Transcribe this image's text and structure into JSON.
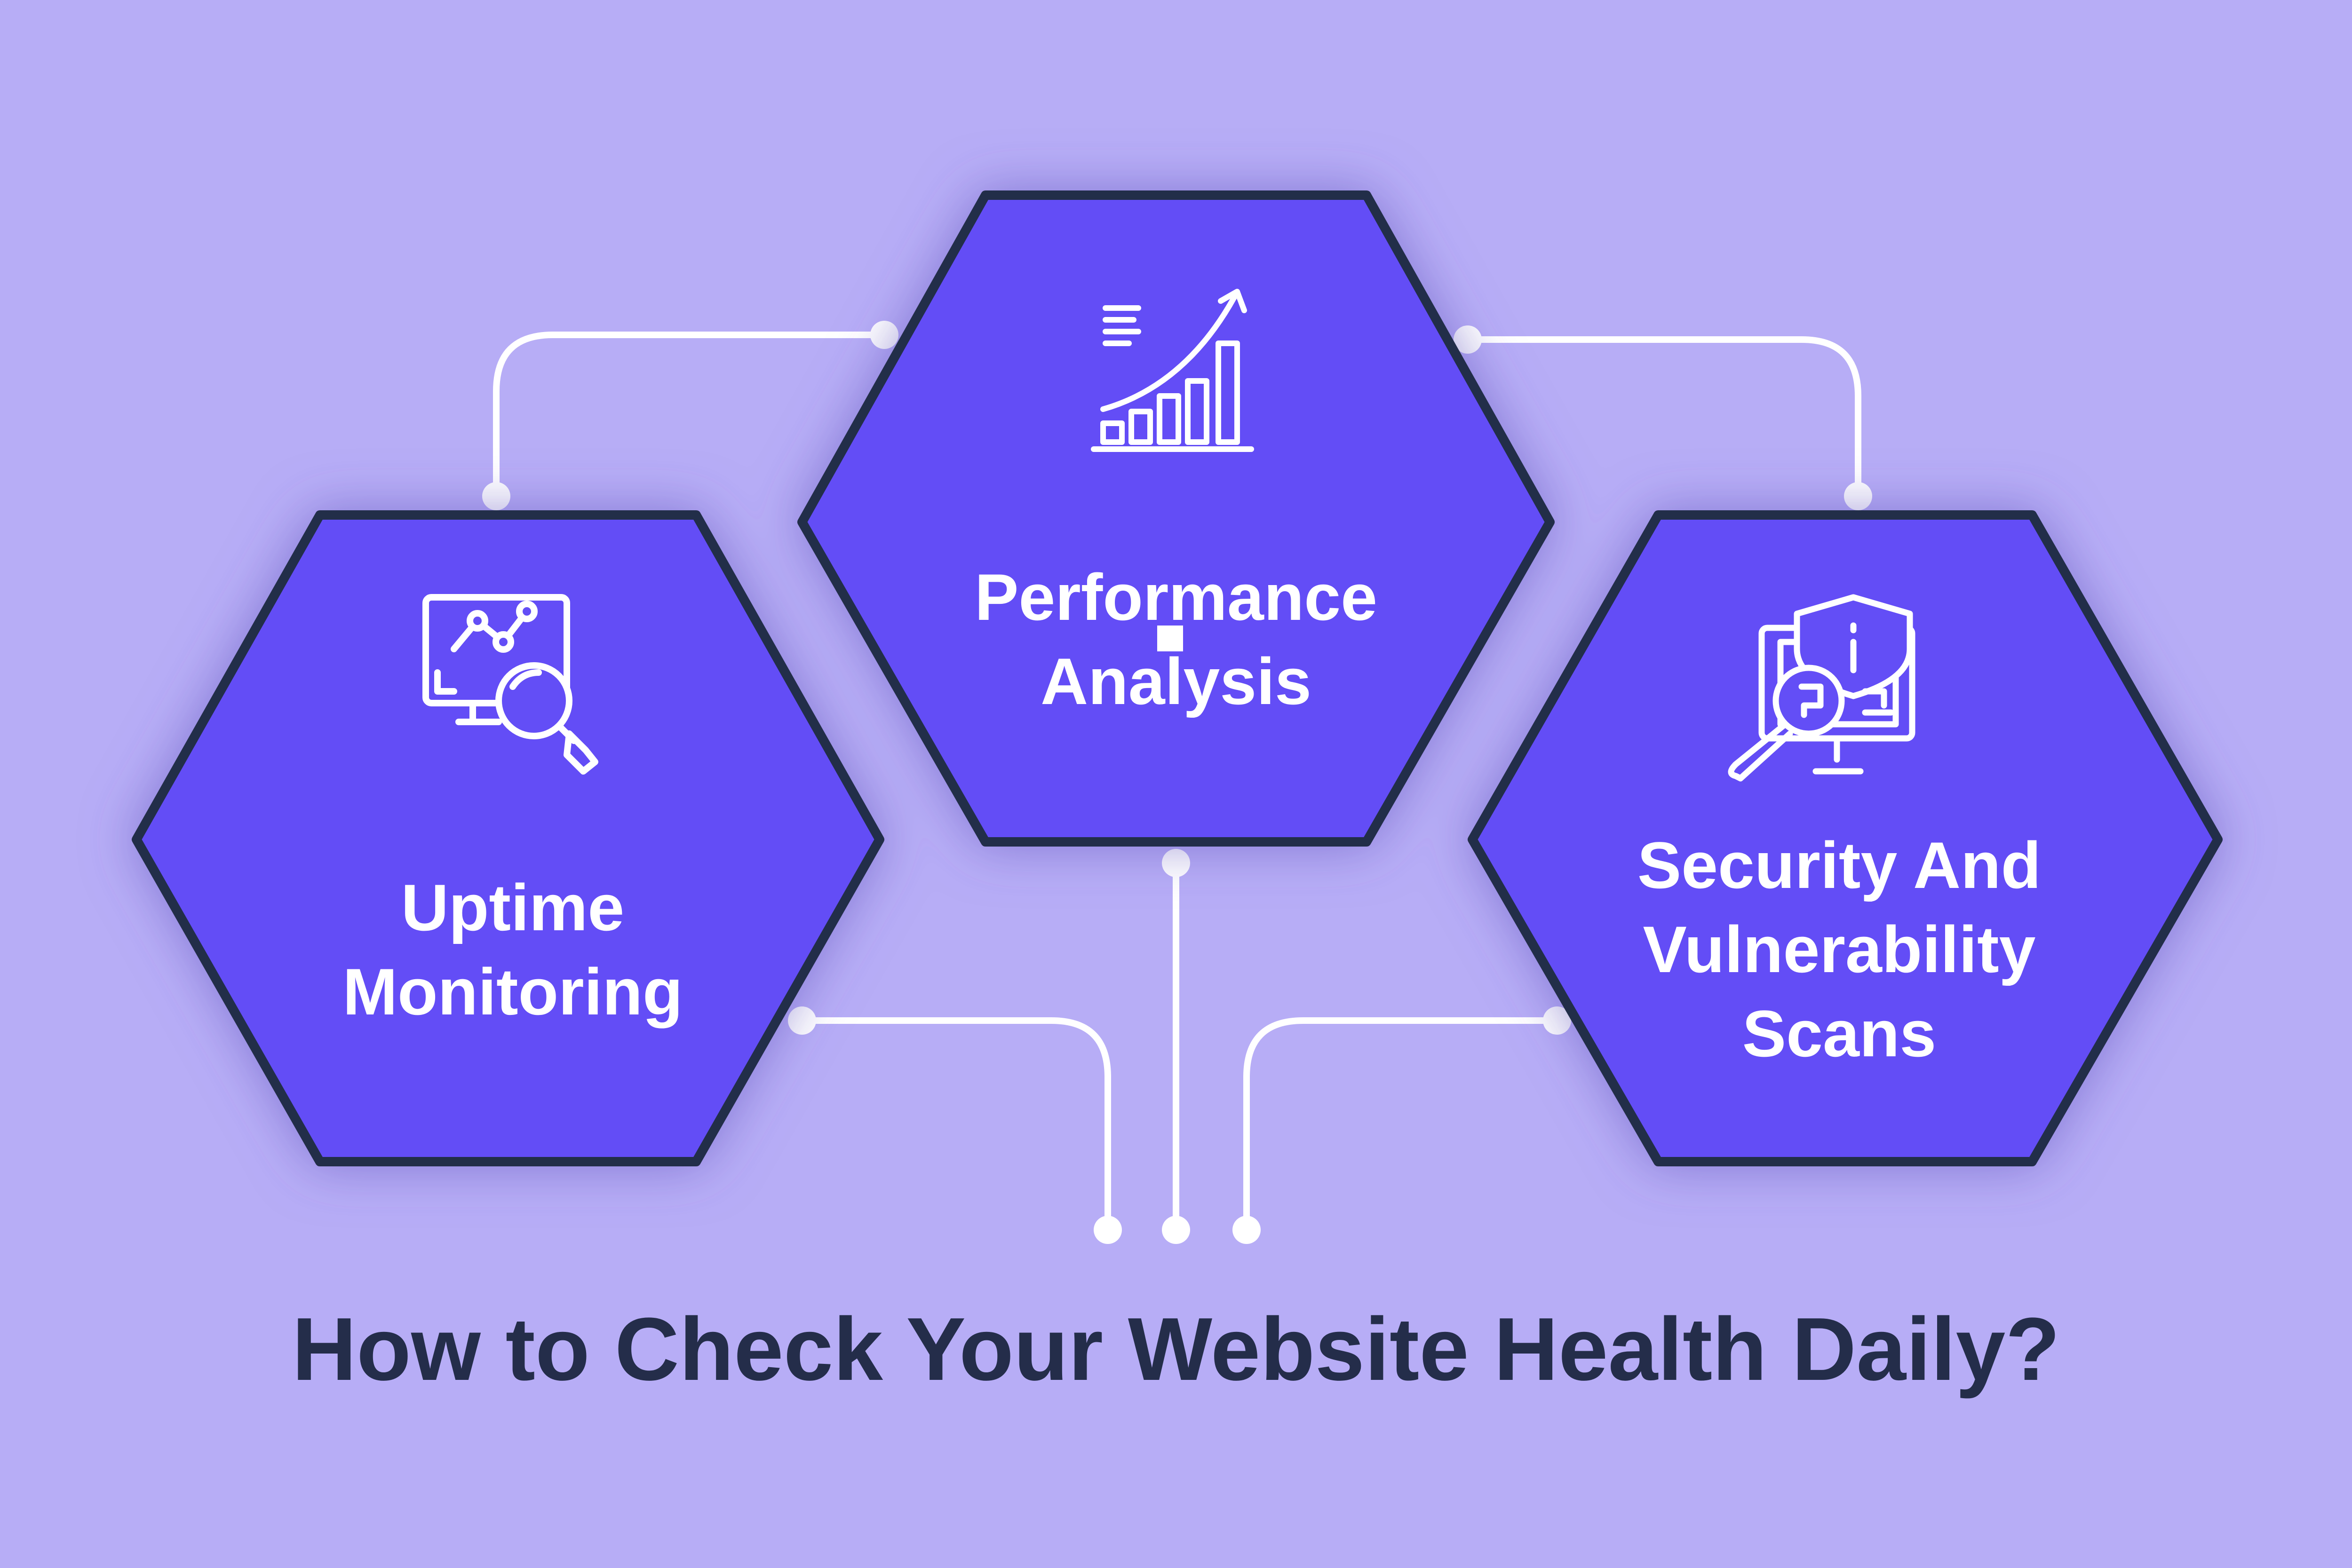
{
  "title": "How to Check Your Website Health Daily?",
  "colors": {
    "background": "#b7adf6",
    "hexagon_fill": "#634ef6",
    "hexagon_border": "#242d4a",
    "connector": "#ffffff",
    "title": "#242d4a"
  },
  "nodes": [
    {
      "id": "uptime",
      "label_lines": [
        "Uptime",
        "Monitoring"
      ],
      "icon": "monitor-magnifier-icon"
    },
    {
      "id": "performance",
      "label_lines": [
        "Performance",
        "Analysis"
      ],
      "icon": "growth-bar-chart-icon"
    },
    {
      "id": "security",
      "label_lines": [
        "Security And",
        "Vulnerability",
        "Scans"
      ],
      "icon": "shield-scan-icon"
    }
  ]
}
